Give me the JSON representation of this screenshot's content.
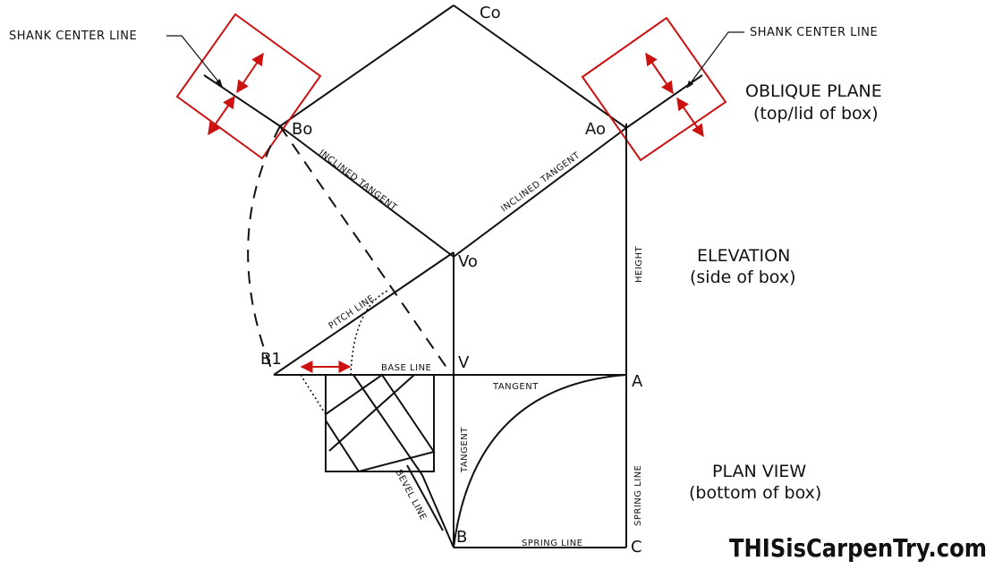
{
  "points": {
    "co": "Co",
    "bo": "Bo",
    "ao": "Ao",
    "vo": "Vo",
    "b1": "B1",
    "v": "V",
    "a": "A",
    "b": "B",
    "c": "C"
  },
  "lines": {
    "shank_left": "SHANK CENTER LINE",
    "shank_right": "SHANK CENTER LINE",
    "inclined_tangent_left": "INCLINED TANGENT",
    "inclined_tangent_right": "INCLINED TANGENT",
    "height": "HEIGHT",
    "pitch_line": "PITCH LINE",
    "base_line": "BASE LINE",
    "tangent_top": "TANGENT",
    "tangent_left": "TANGENT",
    "spring_line_right": "SPRING LINE",
    "spring_line_bottom": "SPRING LINE",
    "bevel_line": "BEVEL LINE"
  },
  "views": {
    "oblique_title": "OBLIQUE PLANE",
    "oblique_sub": "(top/lid of box)",
    "elevation_title": "ELEVATION",
    "elevation_sub": "(side of box)",
    "plan_title": "PLAN VIEW",
    "plan_sub": "(bottom of box)"
  },
  "brand": "THISisCarpenTry.com"
}
